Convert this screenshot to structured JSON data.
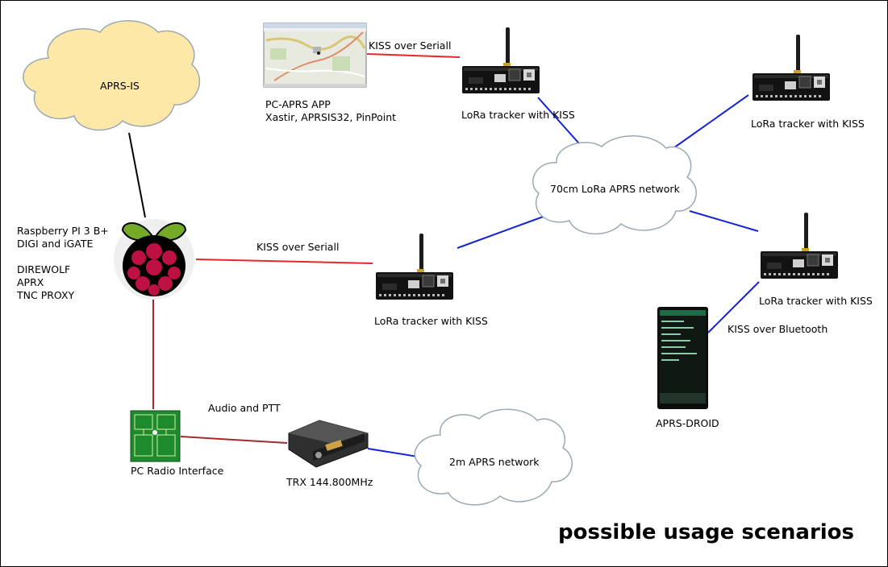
{
  "title": "possible usage scenarios",
  "clouds": {
    "aprs_is": "APRS-IS",
    "lora_network": "70cm LoRa APRS network",
    "two_m_network": "2m APRS network"
  },
  "pc_app": {
    "line1": "PC-APRS APP",
    "line2": "Xastir, APRSIS32, PinPoint"
  },
  "raspberry": {
    "line1": "Raspberry PI 3 B+",
    "line2": "DIGI and iGATE",
    "line3": "DIREWOLF",
    "line4": "APRX",
    "line5": "TNC PROXY"
  },
  "trackers": {
    "top_center": "LoRa tracker with KISS",
    "top_right": "LoRa tracker with KISS",
    "middle": "LoRa tracker with KISS",
    "right": "LoRa tracker with KISS"
  },
  "links": {
    "kiss_serial_top": "KISS over Seriall",
    "kiss_serial_mid": "KISS over Seriall",
    "kiss_bluetooth": "KISS over Bluetooth",
    "audio_ptt": "Audio and PTT"
  },
  "devices": {
    "aprs_droid": "APRS-DROID",
    "radio_interface": "PC Radio Interface",
    "trx": "TRX 144.800MHz"
  },
  "colors": {
    "cloud_yellow": "#fde8a8",
    "cloud_outline": "#9aa9b2",
    "link_red": "#e8262a",
    "link_darkred": "#a52a2a",
    "link_blue": "#1424d6",
    "link_black": "#000000"
  }
}
